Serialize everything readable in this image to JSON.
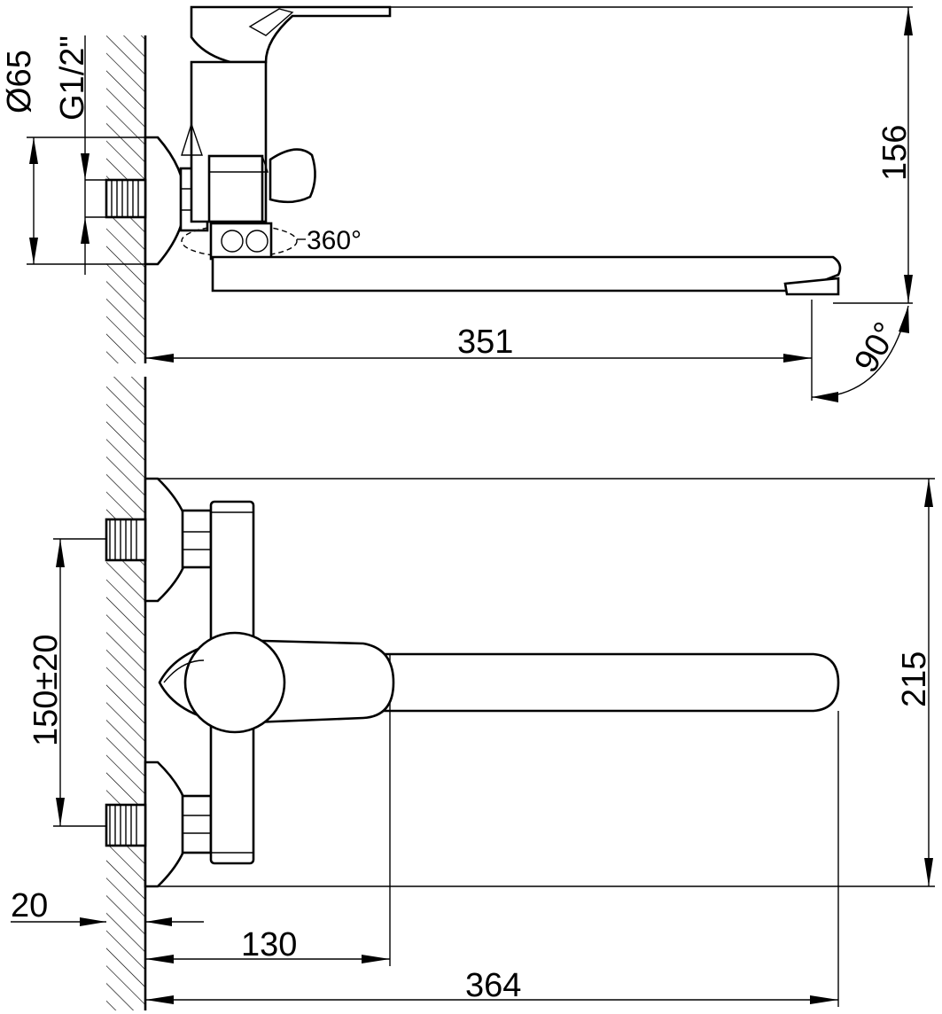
{
  "dimensions": {
    "diameter": "Ø65",
    "thread": "G1/2\"",
    "height": "156",
    "rotation": "360°",
    "spout_reach": "351",
    "swivel": "90°",
    "total_height": "215",
    "center_distance": "150±20",
    "wall_offset": "20",
    "body_depth": "130",
    "total_depth": "364"
  }
}
